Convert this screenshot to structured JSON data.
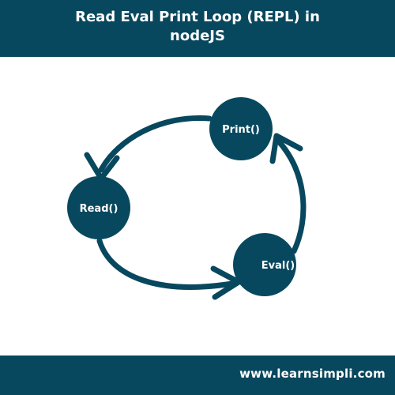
{
  "header": {
    "title_line1": "Read Eval Print Loop (REPL) in",
    "title_line2": "nodeJS"
  },
  "diagram": {
    "nodes": [
      {
        "id": "print",
        "label": "Print()"
      },
      {
        "id": "read",
        "label": "Read()"
      },
      {
        "id": "eval",
        "label": "Eval()"
      }
    ]
  },
  "footer": {
    "url": "www.learnsimpli.com"
  },
  "colors": {
    "primary": "#08485e",
    "background": "#ffffff",
    "text": "#ffffff"
  }
}
